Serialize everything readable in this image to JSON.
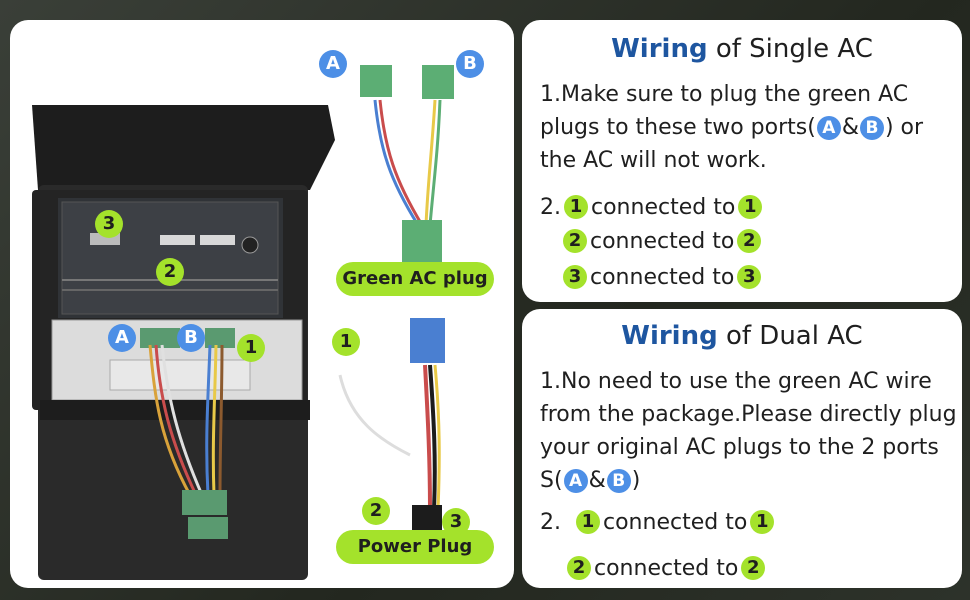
{
  "photo": {
    "labels": {
      "a": "A",
      "b": "B",
      "one": "1",
      "two": "2",
      "three": "3"
    },
    "green_ac_plug": "Green AC plug",
    "power_plug": "Power Plug"
  },
  "single_ac": {
    "title_bold": "Wiring",
    "title_rest": " of Single AC",
    "step1_part1": "1.Make sure to plug the green AC",
    "step1_part2": "plugs to these two ports(",
    "step1_amp": "&",
    "step1_part3": ") or",
    "step1_part4": "the AC will not work.",
    "step2_prefix": "2.",
    "connected_to": "connected to",
    "n1": "1",
    "n2": "2",
    "n3": "3",
    "a": "A",
    "b": "B"
  },
  "dual_ac": {
    "title_bold": "Wiring",
    "title_rest": " of Dual AC",
    "step1_line1": "1.No need to use the green AC wire",
    "step1_line2": "from the package.Please directly plug",
    "step1_line3": "your original AC plugs to the 2 ports",
    "step1_line4_prefix": "S(",
    "step1_amp": "&",
    "step1_line4_suffix": ")",
    "step2_prefix": "2.",
    "connected_to": "connected to",
    "n1": "1",
    "n2": "2",
    "a": "A",
    "b": "B"
  },
  "colors": {
    "accent_green": "#a4e22b",
    "accent_blue": "#4d8fe6",
    "title_blue": "#1e56a0"
  }
}
